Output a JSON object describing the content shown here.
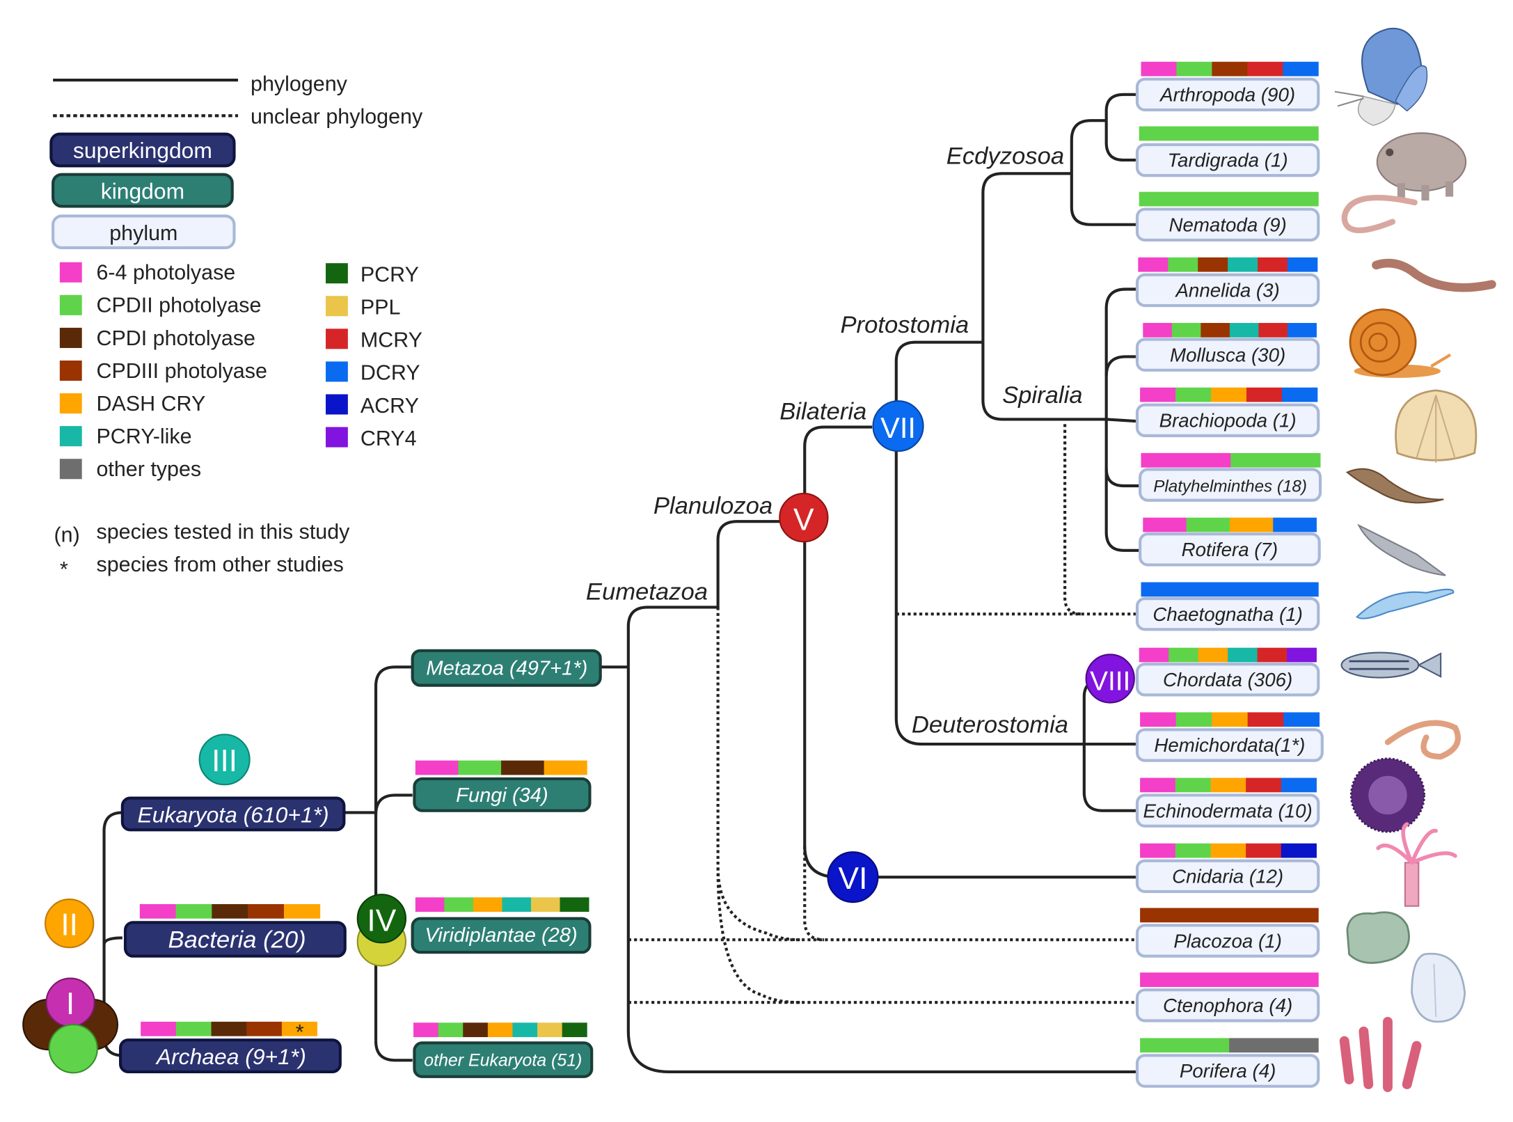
{
  "legend": {
    "phylogeny": "phylogeny",
    "unclear": "unclear phylogeny",
    "superkingdom": "superkingdom",
    "kingdom": "kingdom",
    "phylum": "phylum",
    "types_left": [
      {
        "label": "6-4 photolyase",
        "color": "#f43fc8"
      },
      {
        "label": "CPDII photolyase",
        "color": "#5fd44a"
      },
      {
        "label": "CPDI photolyase",
        "color": "#5a2a08"
      },
      {
        "label": "CPDIII photolyase",
        "color": "#993300"
      },
      {
        "label": "DASH CRY",
        "color": "#ffa500"
      },
      {
        "label": "PCRY-like",
        "color": "#17b8a6"
      },
      {
        "label": "other types",
        "color": "#6e6e6e"
      }
    ],
    "types_right": [
      {
        "label": "PCRY",
        "color": "#13660f"
      },
      {
        "label": "PPL",
        "color": "#eac54a"
      },
      {
        "label": "MCRY",
        "color": "#d62526"
      },
      {
        "label": "DCRY",
        "color": "#0b6bf0"
      },
      {
        "label": "ACRY",
        "color": "#0a14c8"
      },
      {
        "label": "CRY4",
        "color": "#8114de"
      }
    ],
    "note_n_symbol": "(n)",
    "note_n": "species tested in this study",
    "note_star_symbol": "*",
    "note_star": "species from other studies"
  },
  "superkingdoms": {
    "eukaryota": "Eukaryota (610+1*)",
    "bacteria": "Bacteria (20)",
    "archaea": "Archaea (9+1*)"
  },
  "kingdoms": {
    "metazoa": "Metazoa (497+1*)",
    "fungi": "Fungi (34)",
    "viridiplantae": "Viridiplantae (28)",
    "other_eukaryota": "other Eukaryota (51)"
  },
  "clades": {
    "ecdyzosoa": "Ecdyzosoa",
    "protostomia": "Protostomia",
    "spiralia": "Spiralia",
    "bilateria": "Bilateria",
    "planulozoa": "Planulozoa",
    "eumetazoa": "Eumetazoa",
    "deuterostomia": "Deuterostomia"
  },
  "nodes": {
    "I": "I",
    "II": "II",
    "III": "III",
    "IV": "IV",
    "V": "V",
    "VI": "VI",
    "VII": "VII",
    "VIII": "VIII"
  },
  "phyla": [
    {
      "id": "arthropoda",
      "label": "Arthropoda (90)",
      "types": [
        "6-4 photolyase",
        "CPDII photolyase",
        "CPDIII photolyase",
        "MCRY",
        "DCRY"
      ]
    },
    {
      "id": "tardigrada",
      "label": "Tardigrada (1)",
      "types": [
        "CPDII photolyase"
      ]
    },
    {
      "id": "nematoda",
      "label": "Nematoda (9)",
      "types": [
        "CPDII photolyase"
      ]
    },
    {
      "id": "annelida",
      "label": "Annelida (3)",
      "types": [
        "6-4 photolyase",
        "CPDII photolyase",
        "CPDIII photolyase",
        "PCRY-like",
        "MCRY",
        "DCRY"
      ]
    },
    {
      "id": "mollusca",
      "label": "Mollusca (30)",
      "types": [
        "6-4 photolyase",
        "CPDII photolyase",
        "CPDIII photolyase",
        "PCRY-like",
        "MCRY",
        "DCRY"
      ]
    },
    {
      "id": "brachiopoda",
      "label": "Brachiopoda (1)",
      "types": [
        "6-4 photolyase",
        "CPDII photolyase",
        "DASH CRY",
        "MCRY",
        "DCRY"
      ]
    },
    {
      "id": "platyhelminthes",
      "label": "Platyhelminthes (18)",
      "types": [
        "6-4 photolyase",
        "CPDII photolyase"
      ]
    },
    {
      "id": "rotifera",
      "label": "Rotifera (7)",
      "types": [
        "6-4 photolyase",
        "CPDII photolyase",
        "DASH CRY",
        "DCRY"
      ]
    },
    {
      "id": "chaetognatha",
      "label": "Chaetognatha (1)",
      "types": [
        "DCRY"
      ]
    },
    {
      "id": "chordata",
      "label": "Chordata (306)",
      "types": [
        "6-4 photolyase",
        "CPDII photolyase",
        "DASH CRY",
        "PCRY-like",
        "MCRY",
        "CRY4"
      ]
    },
    {
      "id": "hemichordata",
      "label": "Hemichordata(1*)",
      "types": [
        "6-4 photolyase",
        "CPDII photolyase",
        "DASH CRY",
        "MCRY",
        "DCRY"
      ]
    },
    {
      "id": "echinodermata",
      "label": "Echinodermata (10)",
      "types": [
        "6-4 photolyase",
        "CPDII photolyase",
        "DASH CRY",
        "MCRY",
        "DCRY"
      ]
    },
    {
      "id": "cnidaria",
      "label": "Cnidaria (12)",
      "types": [
        "6-4 photolyase",
        "CPDII photolyase",
        "DASH CRY",
        "MCRY",
        "ACRY"
      ]
    },
    {
      "id": "placozoa",
      "label": "Placozoa (1)",
      "types": [
        "CPDIII photolyase"
      ]
    },
    {
      "id": "ctenophora",
      "label": "Ctenophora (4)",
      "types": [
        "6-4 photolyase"
      ]
    },
    {
      "id": "porifera",
      "label": "Porifera (4)",
      "types": [
        "CPDII photolyase",
        "other types"
      ]
    }
  ],
  "kingdom_bars": {
    "fungi": [
      "6-4 photolyase",
      "CPDII photolyase",
      "CPDI photolyase",
      "DASH CRY"
    ],
    "viridiplantae": [
      "6-4 photolyase",
      "CPDII photolyase",
      "DASH CRY",
      "PCRY-like",
      "PPL",
      "PCRY"
    ],
    "other_eukaryota": [
      "6-4 photolyase",
      "CPDII photolyase",
      "CPDI photolyase",
      "DASH CRY",
      "PCRY-like",
      "PPL",
      "PCRY"
    ],
    "bacteria": [
      "6-4 photolyase",
      "CPDII photolyase",
      "CPDI photolyase",
      "CPDIII photolyase",
      "DASH CRY"
    ],
    "archaea": [
      "6-4 photolyase",
      "CPDII photolyase",
      "CPDI photolyase",
      "CPDIII photolyase",
      "DASH CRY"
    ],
    "archaea_star": "*"
  }
}
